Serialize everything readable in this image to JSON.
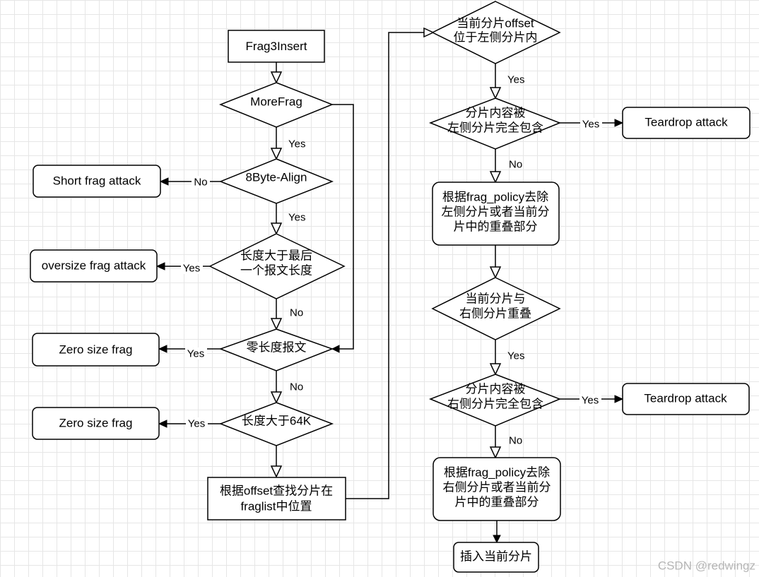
{
  "nodes": {
    "frag3insert": "Frag3Insert",
    "morefrag": "MoreFrag",
    "align8": "8Byte-Align",
    "short_attack": "Short frag attack",
    "len_gt_last": [
      "长度大于最后",
      "一个报文长度"
    ],
    "oversize_attack": "oversize frag attack",
    "zero_len": "零长度报文",
    "zero_size_1": "Zero size frag",
    "len_gt_64k": "长度大于64K",
    "zero_size_2": "Zero size frag",
    "find_pos": [
      "根据offset查找分片在",
      "fraglist中位置"
    ],
    "offset_in_left": [
      "当前分片offset",
      "位于左侧分片内"
    ],
    "contained_left": [
      "分片内容被",
      "左侧分片完全包含"
    ],
    "teardrop_1": "Teardrop attack",
    "remove_left": [
      "根据frag_policy去除",
      "左侧分片或者当前分",
      "片中的重叠部分"
    ],
    "overlap_right": [
      "当前分片与",
      "右侧分片重叠"
    ],
    "contained_right": [
      "分片内容被",
      "右侧分片完全包含"
    ],
    "teardrop_2": "Teardrop attack",
    "remove_right": [
      "根据frag_policy去除",
      "右侧分片或者当前分",
      "片中的重叠部分"
    ],
    "insert": "插入当前分片"
  },
  "edges": {
    "morefrag_yes": "Yes",
    "align_no": "No",
    "align_yes": "Yes",
    "lenlast_yes": "Yes",
    "lenlast_no": "No",
    "zerolen_yes": "Yes",
    "zerolen_no": "No",
    "len64k_yes": "Yes",
    "offsetleft_yes": "Yes",
    "containedleft_yes": "Yes",
    "containedleft_no": "No",
    "overlapright_yes": "Yes",
    "containedright_yes": "Yes",
    "containedright_no": "No"
  },
  "watermark": "CSDN @redwingz"
}
